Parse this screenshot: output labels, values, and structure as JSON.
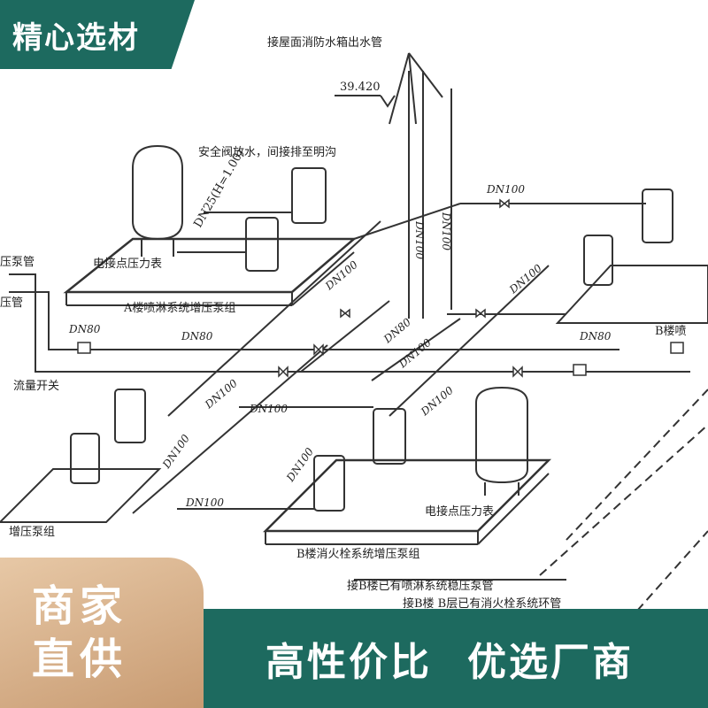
{
  "header_tag": "精心选材",
  "labels": {
    "roof_tank_pipe": "接屋面消防水箱出水管",
    "elevation": "39.420",
    "relief_valve": "安全阀放水，间接排至明沟",
    "dn25": "DN25(H=1.00)",
    "pressure_gauge_a": "电接点压力表",
    "pump_pipe_left": "压泵管",
    "pressure_pipe_left": "压管",
    "a_pump_group": "A楼喷淋系统增压泵组",
    "flow_switch": "流量开关",
    "b_spray": "B楼喷",
    "booster_left": "增压泵组",
    "pressure_gauge_b": "电接点压力表",
    "b_hydrant_group": "B楼消火栓系统增压泵组",
    "b_spray_pipe": "接B楼已有喷淋系统稳压泵管",
    "b_hydrant_loop": "接B楼 B层已有消火栓系统环管",
    "dn100": "DN100",
    "dn80": "DN80"
  },
  "badge": {
    "line1": "商家",
    "line2": "直供"
  },
  "slogan": {
    "left": "高性价比",
    "right": "优选厂商"
  },
  "colors": {
    "brand_green": "#1d6a5f",
    "badge_gold": "#d4a77e",
    "line": "#333333"
  }
}
